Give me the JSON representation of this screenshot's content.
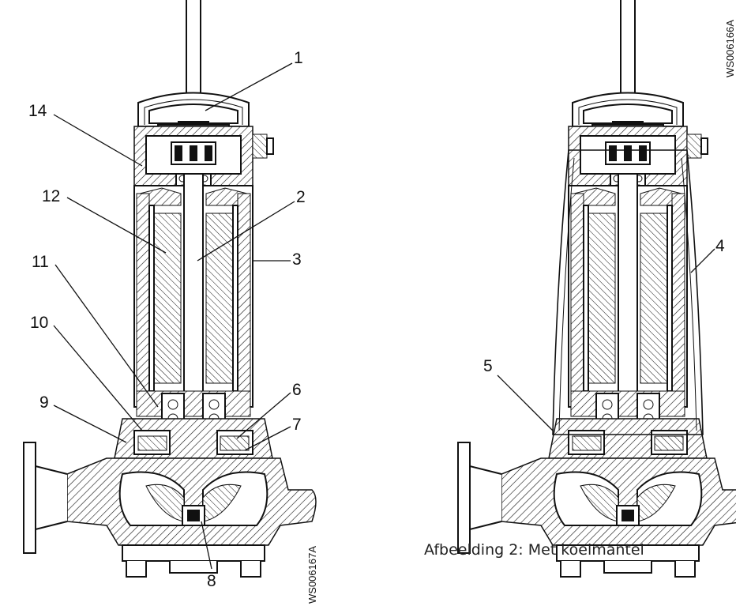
{
  "figure": {
    "left_code": "WS006167A",
    "right_code": "WS006166A",
    "caption": "Afbeelding 2: Met koelmantel",
    "callouts_left": [
      "1",
      "14",
      "12",
      "2",
      "3",
      "11",
      "10",
      "9",
      "6",
      "7",
      "8"
    ],
    "callouts_right": [
      "4",
      "5"
    ]
  },
  "colors": {
    "line": "#111111",
    "background": "#ffffff"
  }
}
